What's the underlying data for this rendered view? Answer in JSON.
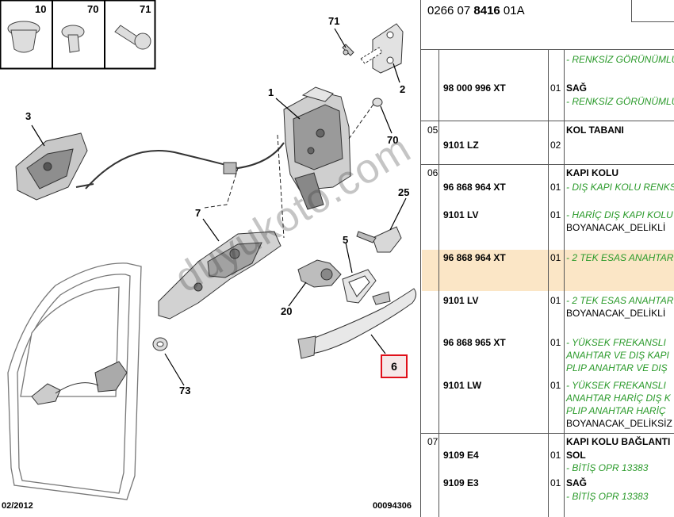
{
  "diagram": {
    "thumbnails": [
      "10",
      "70",
      "71"
    ],
    "callouts": {
      "c71": "71",
      "c2": "2",
      "c1": "1",
      "c3": "3",
      "c70": "70",
      "c25": "25",
      "c7": "7",
      "c5": "5",
      "c20": "20",
      "c6": "6",
      "c73": "73"
    },
    "footer_date": "02/2012",
    "footer_ref": "00094306",
    "watermark": "duyukoto.com"
  },
  "document": {
    "code_prefix": "0266 07 ",
    "code_bold": "8416",
    "code_suffix": " 01A",
    "rows": [
      {
        "line1_green": "- RENKSİZ GÖRÜNÜMLÜ",
        "ref": "98 000 996 XT",
        "qty": "01",
        "desc": "SAĞ",
        "line2_green": "- RENKSİZ GÖRÜNÜMLÜ"
      },
      {
        "index": "05",
        "ref": "9101 LZ",
        "qty": "02",
        "desc": "KOL TABANI"
      },
      {
        "index": "06",
        "desc": "KAPI KOLU",
        "items": [
          {
            "ref": "96 868 964 XT",
            "qty": "01",
            "green": "- DIŞ KAPI KOLU RENKSİZ"
          },
          {
            "ref": "9101 LV",
            "qty": "01",
            "green": "- HARİÇ DIŞ KAPI KOLU",
            "plain": "BOYANACAK_DELİKLİ"
          },
          {
            "ref": "96 868 964 XT",
            "qty": "01",
            "green": "- 2 TEK ESAS ANAHTAR"
          },
          {
            "ref": "9101 LV",
            "qty": "01",
            "green": "- 2 TEK ESAS ANAHTAR",
            "plain": "BOYANACAK_DELİKLİ"
          },
          {
            "ref": "96 868 965 XT",
            "qty": "01",
            "green": "- YÜKSEK FREKANSLI",
            "green2": "ANAHTAR VE DIŞ KAPI",
            "green3": "PLIP ANAHTAR VE DIŞ"
          },
          {
            "ref": "9101 LW",
            "qty": "01",
            "green": "- YÜKSEK FREKANSLI",
            "green2": "ANAHTAR HARİÇ DIŞ K",
            "green3": "PLIP ANAHTAR HARİÇ",
            "plain": "BOYANACAK_DELİKSİZ"
          }
        ]
      },
      {
        "index": "07",
        "desc": "KAPI KOLU BAĞLANTI",
        "items": [
          {
            "ref": "9109 E4",
            "qty": "01",
            "desc": "SOL",
            "green": "- BİTİŞ OPR 13383"
          },
          {
            "ref": "9109 E3",
            "qty": "01",
            "desc": "SAĞ",
            "green": "- BİTİŞ OPR 13383"
          }
        ]
      }
    ]
  }
}
